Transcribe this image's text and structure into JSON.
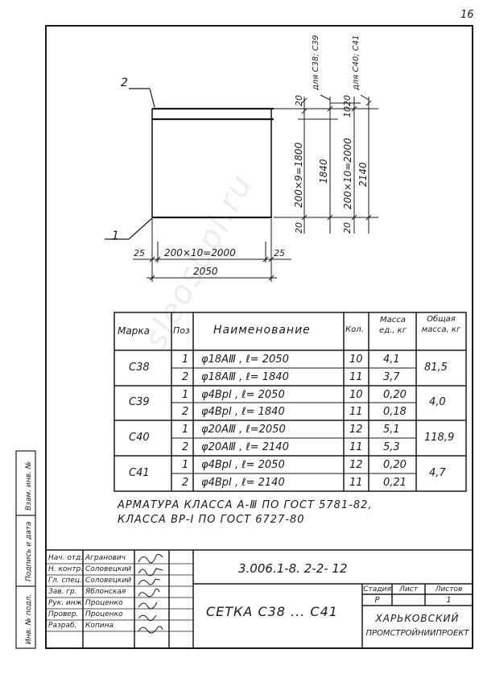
{
  "page_number": "16",
  "callouts": {
    "pos2": "2",
    "pos1": "1"
  },
  "dimensions": {
    "top_spacer": "20",
    "top_spacer2": "20",
    "top_spacer3": "10",
    "label_c38_c39": "для С38; С39",
    "label_c40_c41": "для С40; С41",
    "vert_inner_a": "200×9=1800",
    "vert_total_a": "1840",
    "vert_inner_b": "200×10=2000",
    "vert_total_b": "2140",
    "bottom_spacer_a": "20",
    "bottom_spacer_b": "20",
    "left_margin": "25",
    "right_margin": "25",
    "horiz_inner": "200×10=2000",
    "horiz_total": "2050"
  },
  "spec_table": {
    "headers": {
      "mark": "Марка",
      "pos": "Поз",
      "name": "Наименование",
      "qty": "Кол.",
      "unit_mass": "Масса ед., кг",
      "total_mass": "Общая масса, кг"
    },
    "rows": [
      {
        "mark": "С38",
        "total": "81,5",
        "items": [
          {
            "pos": "1",
            "name": "φ18АⅢ , ℓ= 2050",
            "qty": "10",
            "mass": "4,1"
          },
          {
            "pos": "2",
            "name": "φ18АⅢ , ℓ= 1840",
            "qty": "11",
            "mass": "3,7"
          }
        ]
      },
      {
        "mark": "С39",
        "total": "4,0",
        "items": [
          {
            "pos": "1",
            "name": "φ4ВрⅠ , ℓ= 2050",
            "qty": "10",
            "mass": "0,20"
          },
          {
            "pos": "2",
            "name": "φ4ВрⅠ , ℓ= 1840",
            "qty": "11",
            "mass": "0,18"
          }
        ]
      },
      {
        "mark": "С40",
        "total": "118,9",
        "items": [
          {
            "pos": "1",
            "name": "φ20АⅢ , ℓ=2050",
            "qty": "12",
            "mass": "5,1"
          },
          {
            "pos": "2",
            "name": "φ20АⅢ , ℓ= 2140",
            "qty": "11",
            "mass": "5,3"
          }
        ]
      },
      {
        "mark": "С41",
        "total": "4,7",
        "items": [
          {
            "pos": "1",
            "name": "φ4ВрⅠ , ℓ= 2050",
            "qty": "12",
            "mass": "0,20"
          },
          {
            "pos": "2",
            "name": "φ4ВрⅠ , ℓ= 2140",
            "qty": "11",
            "mass": "0,21"
          }
        ]
      }
    ]
  },
  "note": {
    "line1": "Арматура класса А-Ⅲ по ГОСТ 5781-82,",
    "line2": "класса Вр-Ⅰ по ГОСТ 6727-80"
  },
  "title_block": {
    "roles": [
      "Нач. отд.",
      "Н. контр.",
      "Гл. спец.",
      "Зав. гр.",
      "Рук. инж.",
      "Провер.",
      "Разраб."
    ],
    "names": [
      "Агранович",
      "Соловецкий",
      "Соловецкий",
      "Яблонская",
      "Проценко",
      "Проценко",
      "Копина"
    ],
    "doc_code": "3.006.1-8. 2-2- 12",
    "drawing_title": "Сетка С38 ... С41",
    "stage_label": "Стадия",
    "sheet_label": "Лист",
    "sheets_label": "Листов",
    "stage": "Р",
    "sheet": "",
    "sheets": "1",
    "org_line1": "Харьковский",
    "org_line2": "Промстройниипроект"
  },
  "side_stamp": {
    "labels": [
      "Инв. № подл.",
      "Подпись и дата",
      "Взам. инв. №"
    ]
  },
  "watermark": "sleosbpl.ru"
}
